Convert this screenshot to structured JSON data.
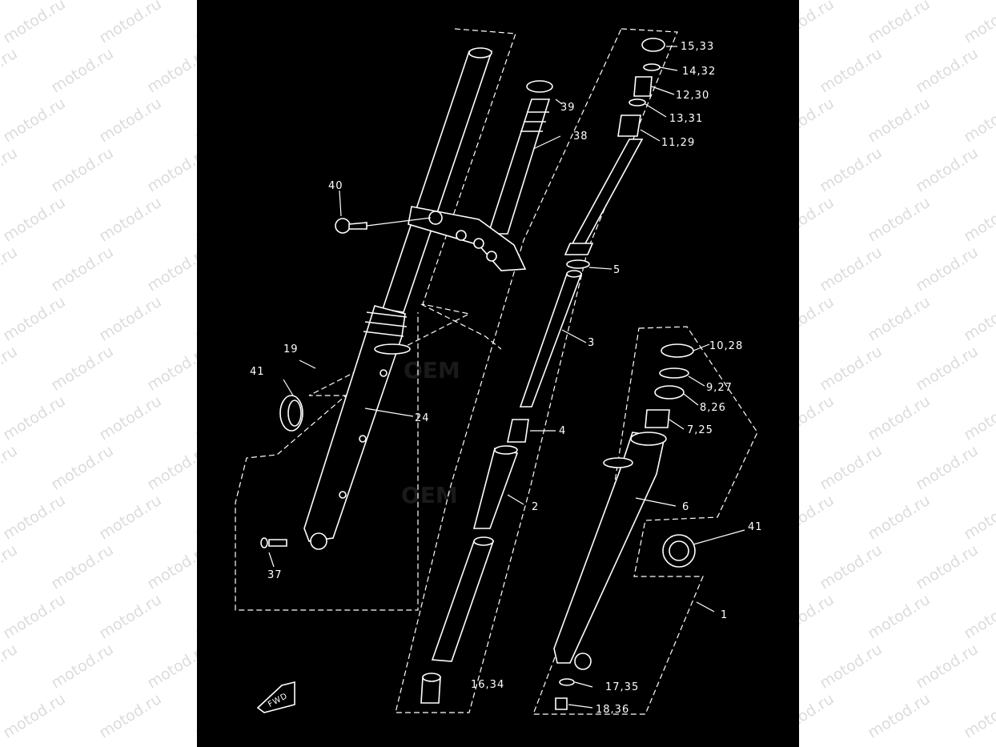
{
  "watermark": {
    "text": "motod.ru"
  },
  "ghost_marks": [
    "OEM",
    "OEM"
  ],
  "callouts": [
    {
      "id": "15-33",
      "label": "15,33"
    },
    {
      "id": "14-32",
      "label": "14,32"
    },
    {
      "id": "12-30",
      "label": "12,30"
    },
    {
      "id": "13-31",
      "label": "13,31"
    },
    {
      "id": "11-29",
      "label": "11,29"
    },
    {
      "id": "39",
      "label": "39"
    },
    {
      "id": "38",
      "label": "38"
    },
    {
      "id": "40",
      "label": "40"
    },
    {
      "id": "5",
      "label": "5"
    },
    {
      "id": "3",
      "label": "3"
    },
    {
      "id": "19",
      "label": "19"
    },
    {
      "id": "41a",
      "label": "41"
    },
    {
      "id": "24",
      "label": "24"
    },
    {
      "id": "10-28",
      "label": "10,28"
    },
    {
      "id": "9-27",
      "label": "9,27"
    },
    {
      "id": "8-26",
      "label": "8,26"
    },
    {
      "id": "7-25",
      "label": "7,25"
    },
    {
      "id": "4",
      "label": "4"
    },
    {
      "id": "2",
      "label": "2"
    },
    {
      "id": "6",
      "label": "6"
    },
    {
      "id": "41b",
      "label": "41"
    },
    {
      "id": "37",
      "label": "37"
    },
    {
      "id": "1",
      "label": "1"
    },
    {
      "id": "16-34",
      "label": "16,34"
    },
    {
      "id": "17-35",
      "label": "17,35"
    },
    {
      "id": "18-36",
      "label": "18,36"
    }
  ],
  "fwd_badge": {
    "label": "FWD"
  }
}
